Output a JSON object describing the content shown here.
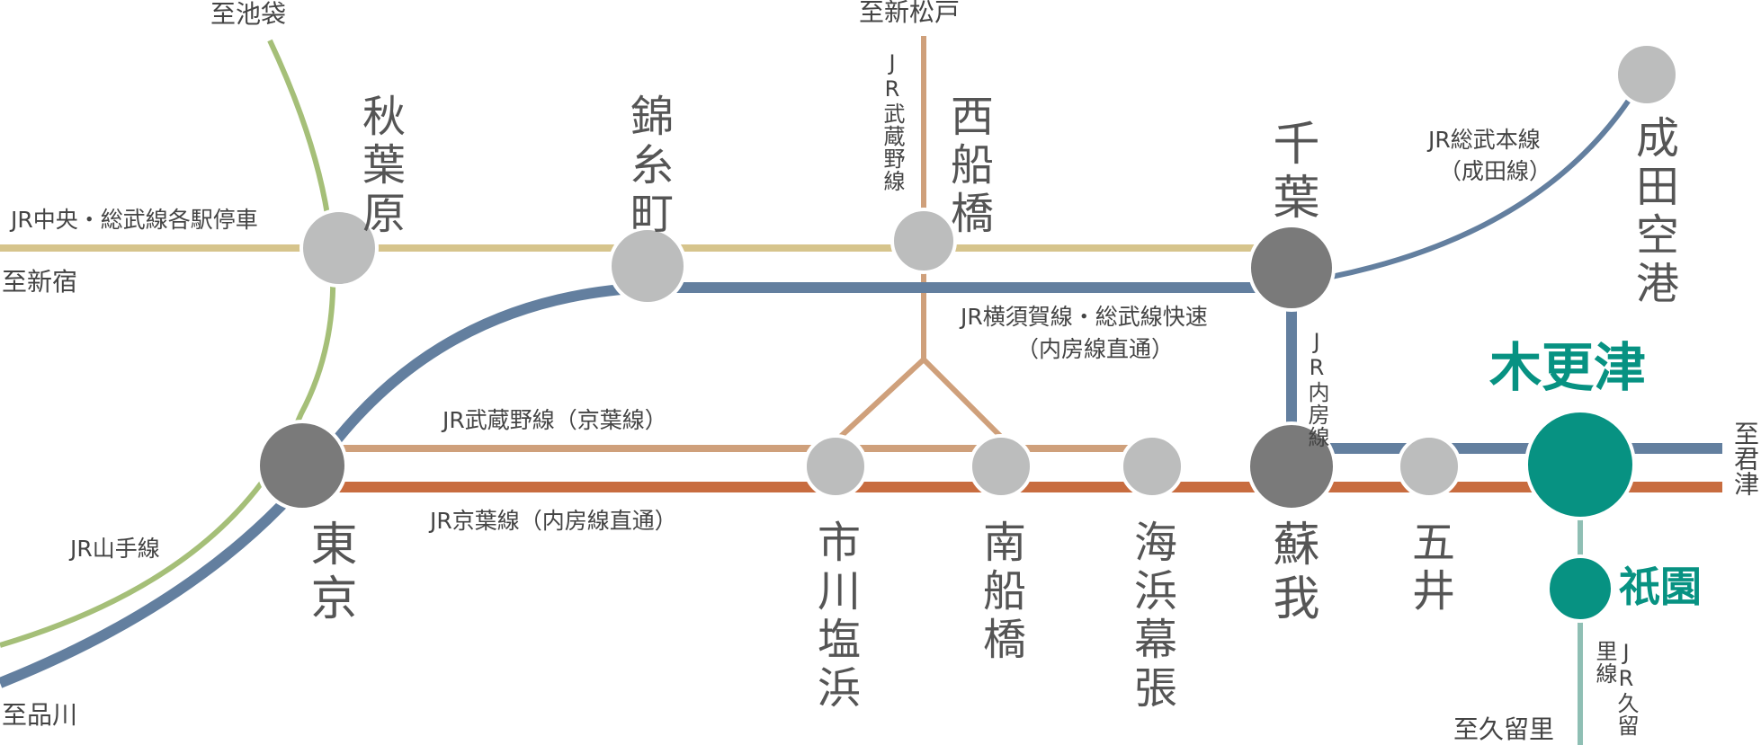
{
  "colors": {
    "chuo_sobu": "#d6c48c",
    "sobu_rapid": "#637f9f",
    "musashino": "#cfa07b",
    "keiyo": "#c86c3f",
    "yamanote": "#a5bf78",
    "kurihama": "#8fbfb4",
    "station_gray": "#bcbdbd",
    "station_dark": "#7a7a7a",
    "highlight": "#079282"
  },
  "destinations": {
    "ikebukuro": "至池袋",
    "shinmatsudo": "至新松戸",
    "shinjuku": "至新宿",
    "shinagawa": "至品川",
    "kimitsu": "至君津",
    "kururi": "至久留里"
  },
  "lines": {
    "chuo_sobu": "JR中央・総武線各駅停車",
    "sobu_chiba_line1": "JR総武本線",
    "sobu_chiba_line2": "（成田線）",
    "yokosuka_line1": "JR横須賀線・総武線快速",
    "yokosuka_line2": "（内房線直通）",
    "musashino_keiyo": "JR武蔵野線（京葉線）",
    "keiyo": "JR京葉線（内房線直通）",
    "yamanote": "JR山手線",
    "musashino": "JR武蔵野線",
    "uchibo": "JR内房線",
    "kururi": "JR久留里線"
  },
  "stations": {
    "akihabara": "秋葉原",
    "kinshicho": "錦糸町",
    "nishifunabashi": "西船橋",
    "chiba": "千葉",
    "narita_airport": "成田空港",
    "kisarazu": "木更津",
    "tokyo": "東京",
    "ichikawashiohama": "市川塩浜",
    "minamifunabashi": "南船橋",
    "kaihinmakuhari": "海浜幕張",
    "soga": "蘇我",
    "goi": "五井",
    "gion": "祇園"
  }
}
